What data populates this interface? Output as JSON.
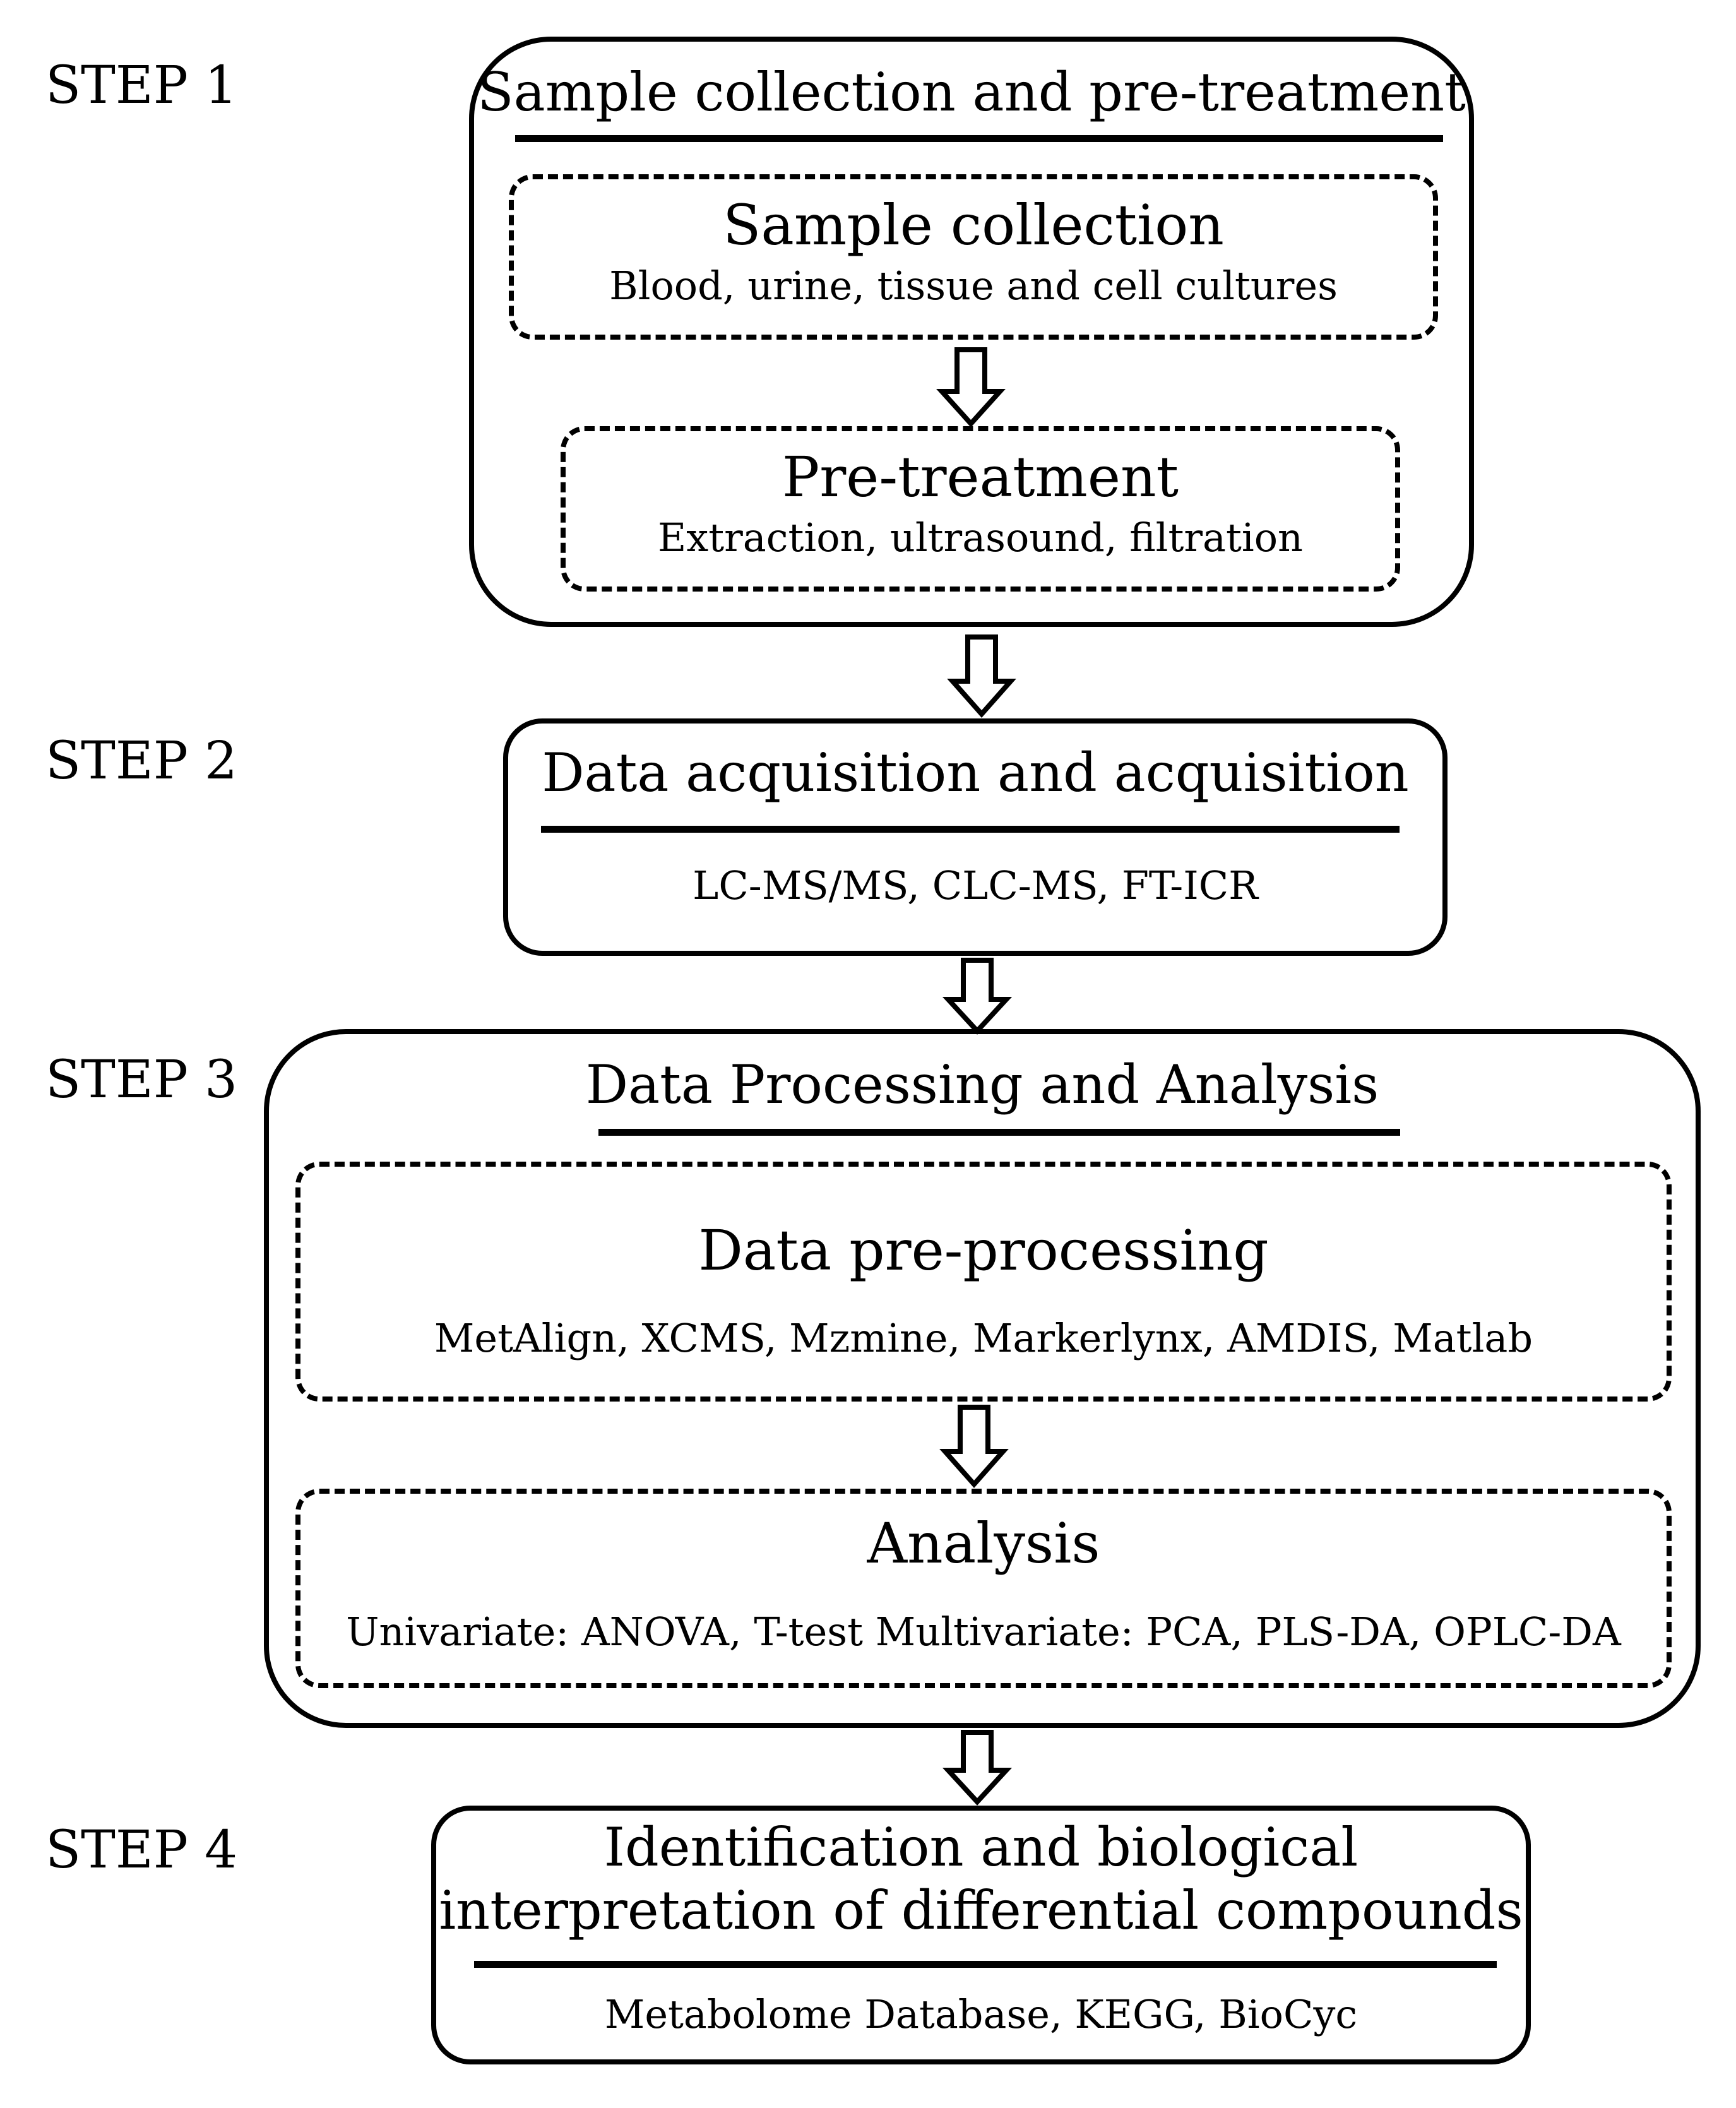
{
  "steps": [
    {
      "label": "STEP 1",
      "title": "Sample collection and pre-treatment",
      "boxes": [
        {
          "title": "Sample collection",
          "detail": "Blood, urine, tissue and cell cultures"
        },
        {
          "title": "Pre-treatment",
          "detail": "Extraction, ultrasound, filtration"
        }
      ]
    },
    {
      "label": "STEP 2",
      "title": "Data acquisition and acquisition",
      "detail": "LC-MS/MS, CLC-MS, FT-ICR"
    },
    {
      "label": "STEP 3",
      "title": "Data Processing and Analysis",
      "boxes": [
        {
          "title": "Data pre-processing",
          "detail": "MetAlign, XCMS, Mzmine, Markerlynx, AMDIS, Matlab"
        },
        {
          "title": "Analysis",
          "detail": "Univariate: ANOVA, T-test Multivariate: PCA, PLS-DA, OPLC-DA"
        }
      ]
    },
    {
      "label": "STEP 4",
      "title_lines": [
        "Identification and biological",
        "interpretation of differential compounds"
      ],
      "detail": "Metabolome Database, KEGG, BioCyc"
    }
  ],
  "colors": {
    "stroke": "#000000",
    "background": "#ffffff"
  },
  "icons": [
    "down-arrow-icon"
  ]
}
